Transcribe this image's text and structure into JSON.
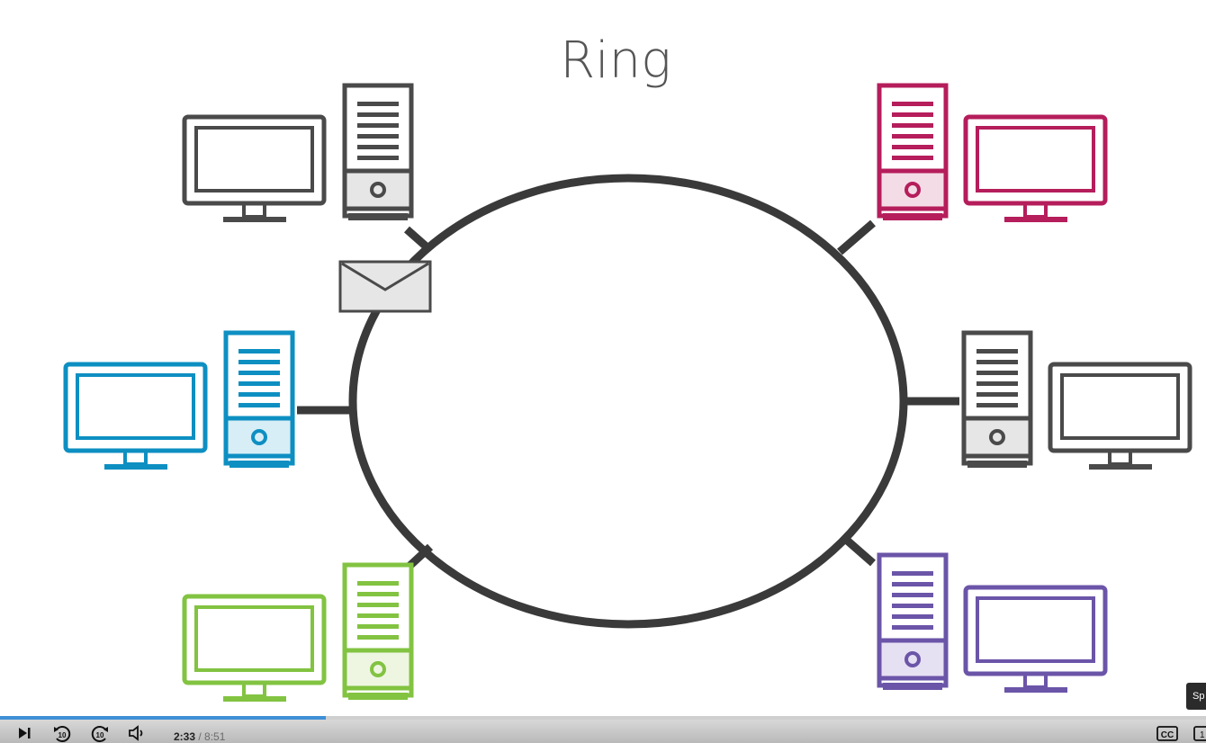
{
  "slide": {
    "title": "Ring",
    "nodes": [
      {
        "color": "#4a4a4a",
        "fill": "#e6e6e6"
      },
      {
        "color": "#b51d5b",
        "fill": "#f4dce6"
      },
      {
        "color": "#0e8fc2",
        "fill": "#d7eef7"
      },
      {
        "color": "#4a4a4a",
        "fill": "#e6e6e6"
      },
      {
        "color": "#82c341",
        "fill": "#eef6e2"
      },
      {
        "color": "#6b55a8",
        "fill": "#e6e0f3"
      }
    ],
    "ring_color": "#3a3a3a",
    "envelope_color": "#4a4a4a"
  },
  "player": {
    "current_time": "2:33",
    "separator": " / ",
    "duration": "8:51",
    "progress_fraction": 0.27,
    "accent": "#3f8fd6",
    "tooltip_text": "Sp",
    "playback_speed_label": "1"
  }
}
